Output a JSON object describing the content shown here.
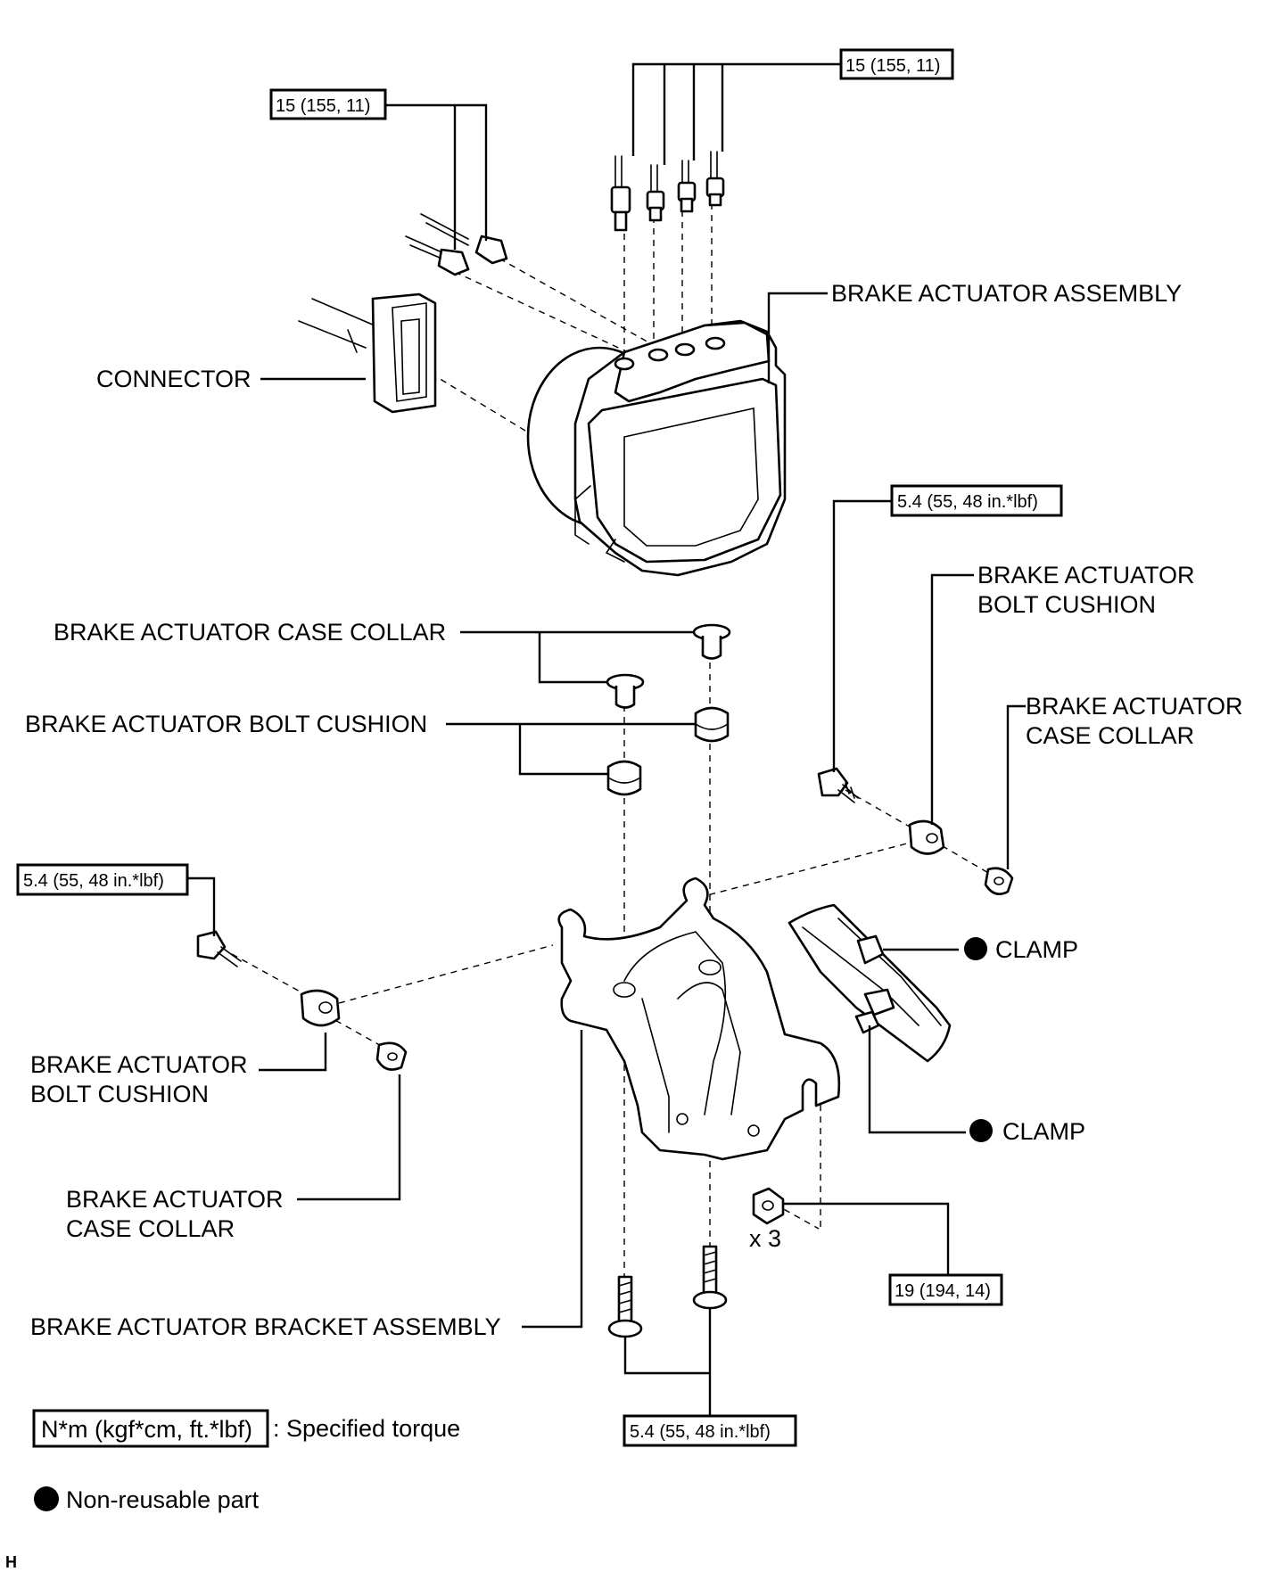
{
  "labels": {
    "brake_actuator_assembly": "BRAKE ACTUATOR ASSEMBLY",
    "connector": "CONNECTOR",
    "case_collar_left": "BRAKE ACTUATOR CASE COLLAR",
    "bolt_cushion_left": "BRAKE ACTUATOR BOLT CUSHION",
    "bolt_cushion_right_line1": "BRAKE ACTUATOR",
    "bolt_cushion_right_line2": "BOLT CUSHION",
    "case_collar_right_line1": "BRAKE ACTUATOR",
    "case_collar_right_line2": "CASE COLLAR",
    "bolt_cushion_lower_line1": "BRAKE ACTUATOR",
    "bolt_cushion_lower_line2": "BOLT CUSHION",
    "case_collar_lower_line1": "BRAKE ACTUATOR",
    "case_collar_lower_line2": "CASE COLLAR",
    "bracket_assembly": "BRAKE ACTUATOR BRACKET ASSEMBLY",
    "clamp_upper": "CLAMP",
    "clamp_lower": "CLAMP",
    "quantity_x3": "x 3"
  },
  "torques": {
    "brake_lines_left": "15 (155, 11)",
    "brake_lines_top": "15 (155, 11)",
    "right_bolt": "5.4 (55, 48 in.*lbf)",
    "left_bolt": "5.4 (55, 48 in.*lbf)",
    "nut": "19 (194, 14)",
    "bottom_bolts": "5.4 (55, 48 in.*lbf)"
  },
  "legend": {
    "torque_unit_box": "N*m (kgf*cm, ft.*lbf)",
    "torque_unit_text": ": Specified torque",
    "non_reusable_text": "Non-reusable part"
  },
  "footer": {
    "code": "H"
  }
}
